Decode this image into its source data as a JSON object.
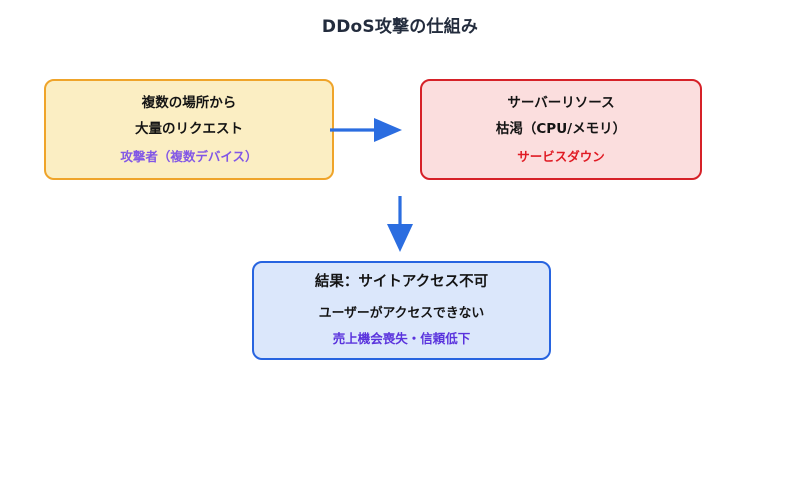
{
  "title": "DDoS攻撃の仕組み",
  "colors": {
    "background": "#ffffff",
    "title_text": "#232c3d",
    "attacker_fill": "#fbeec3",
    "attacker_border": "#efa42a",
    "attacker_accent": "#8257e6",
    "server_fill": "#fbdede",
    "server_border": "#d62128",
    "server_accent": "#e01b24",
    "result_fill": "#dbe7fb",
    "result_border": "#2764e0",
    "result_accent": "#5a33dd",
    "arrow": "#2b6de0",
    "body_text": "#141414"
  },
  "nodes": {
    "attacker": {
      "line1": "複数の場所から",
      "line2": "大量のリクエスト",
      "caption": "攻撃者（複数デバイス）"
    },
    "server": {
      "line1": "サーバーリソース",
      "line2": "枯渇（CPU/メモリ）",
      "caption": "サービスダウン"
    },
    "result": {
      "heading": "結果：サイトアクセス不可",
      "line1": "ユーザーがアクセスできない",
      "caption": "売上機会喪失・信頼低下"
    }
  },
  "arrows": [
    {
      "id": "attacker-to-server",
      "from": "attacker",
      "to": "server",
      "direction": "right",
      "label": ""
    },
    {
      "id": "server-to-result",
      "from": "server",
      "to": "result",
      "direction": "down",
      "label": ""
    }
  ]
}
